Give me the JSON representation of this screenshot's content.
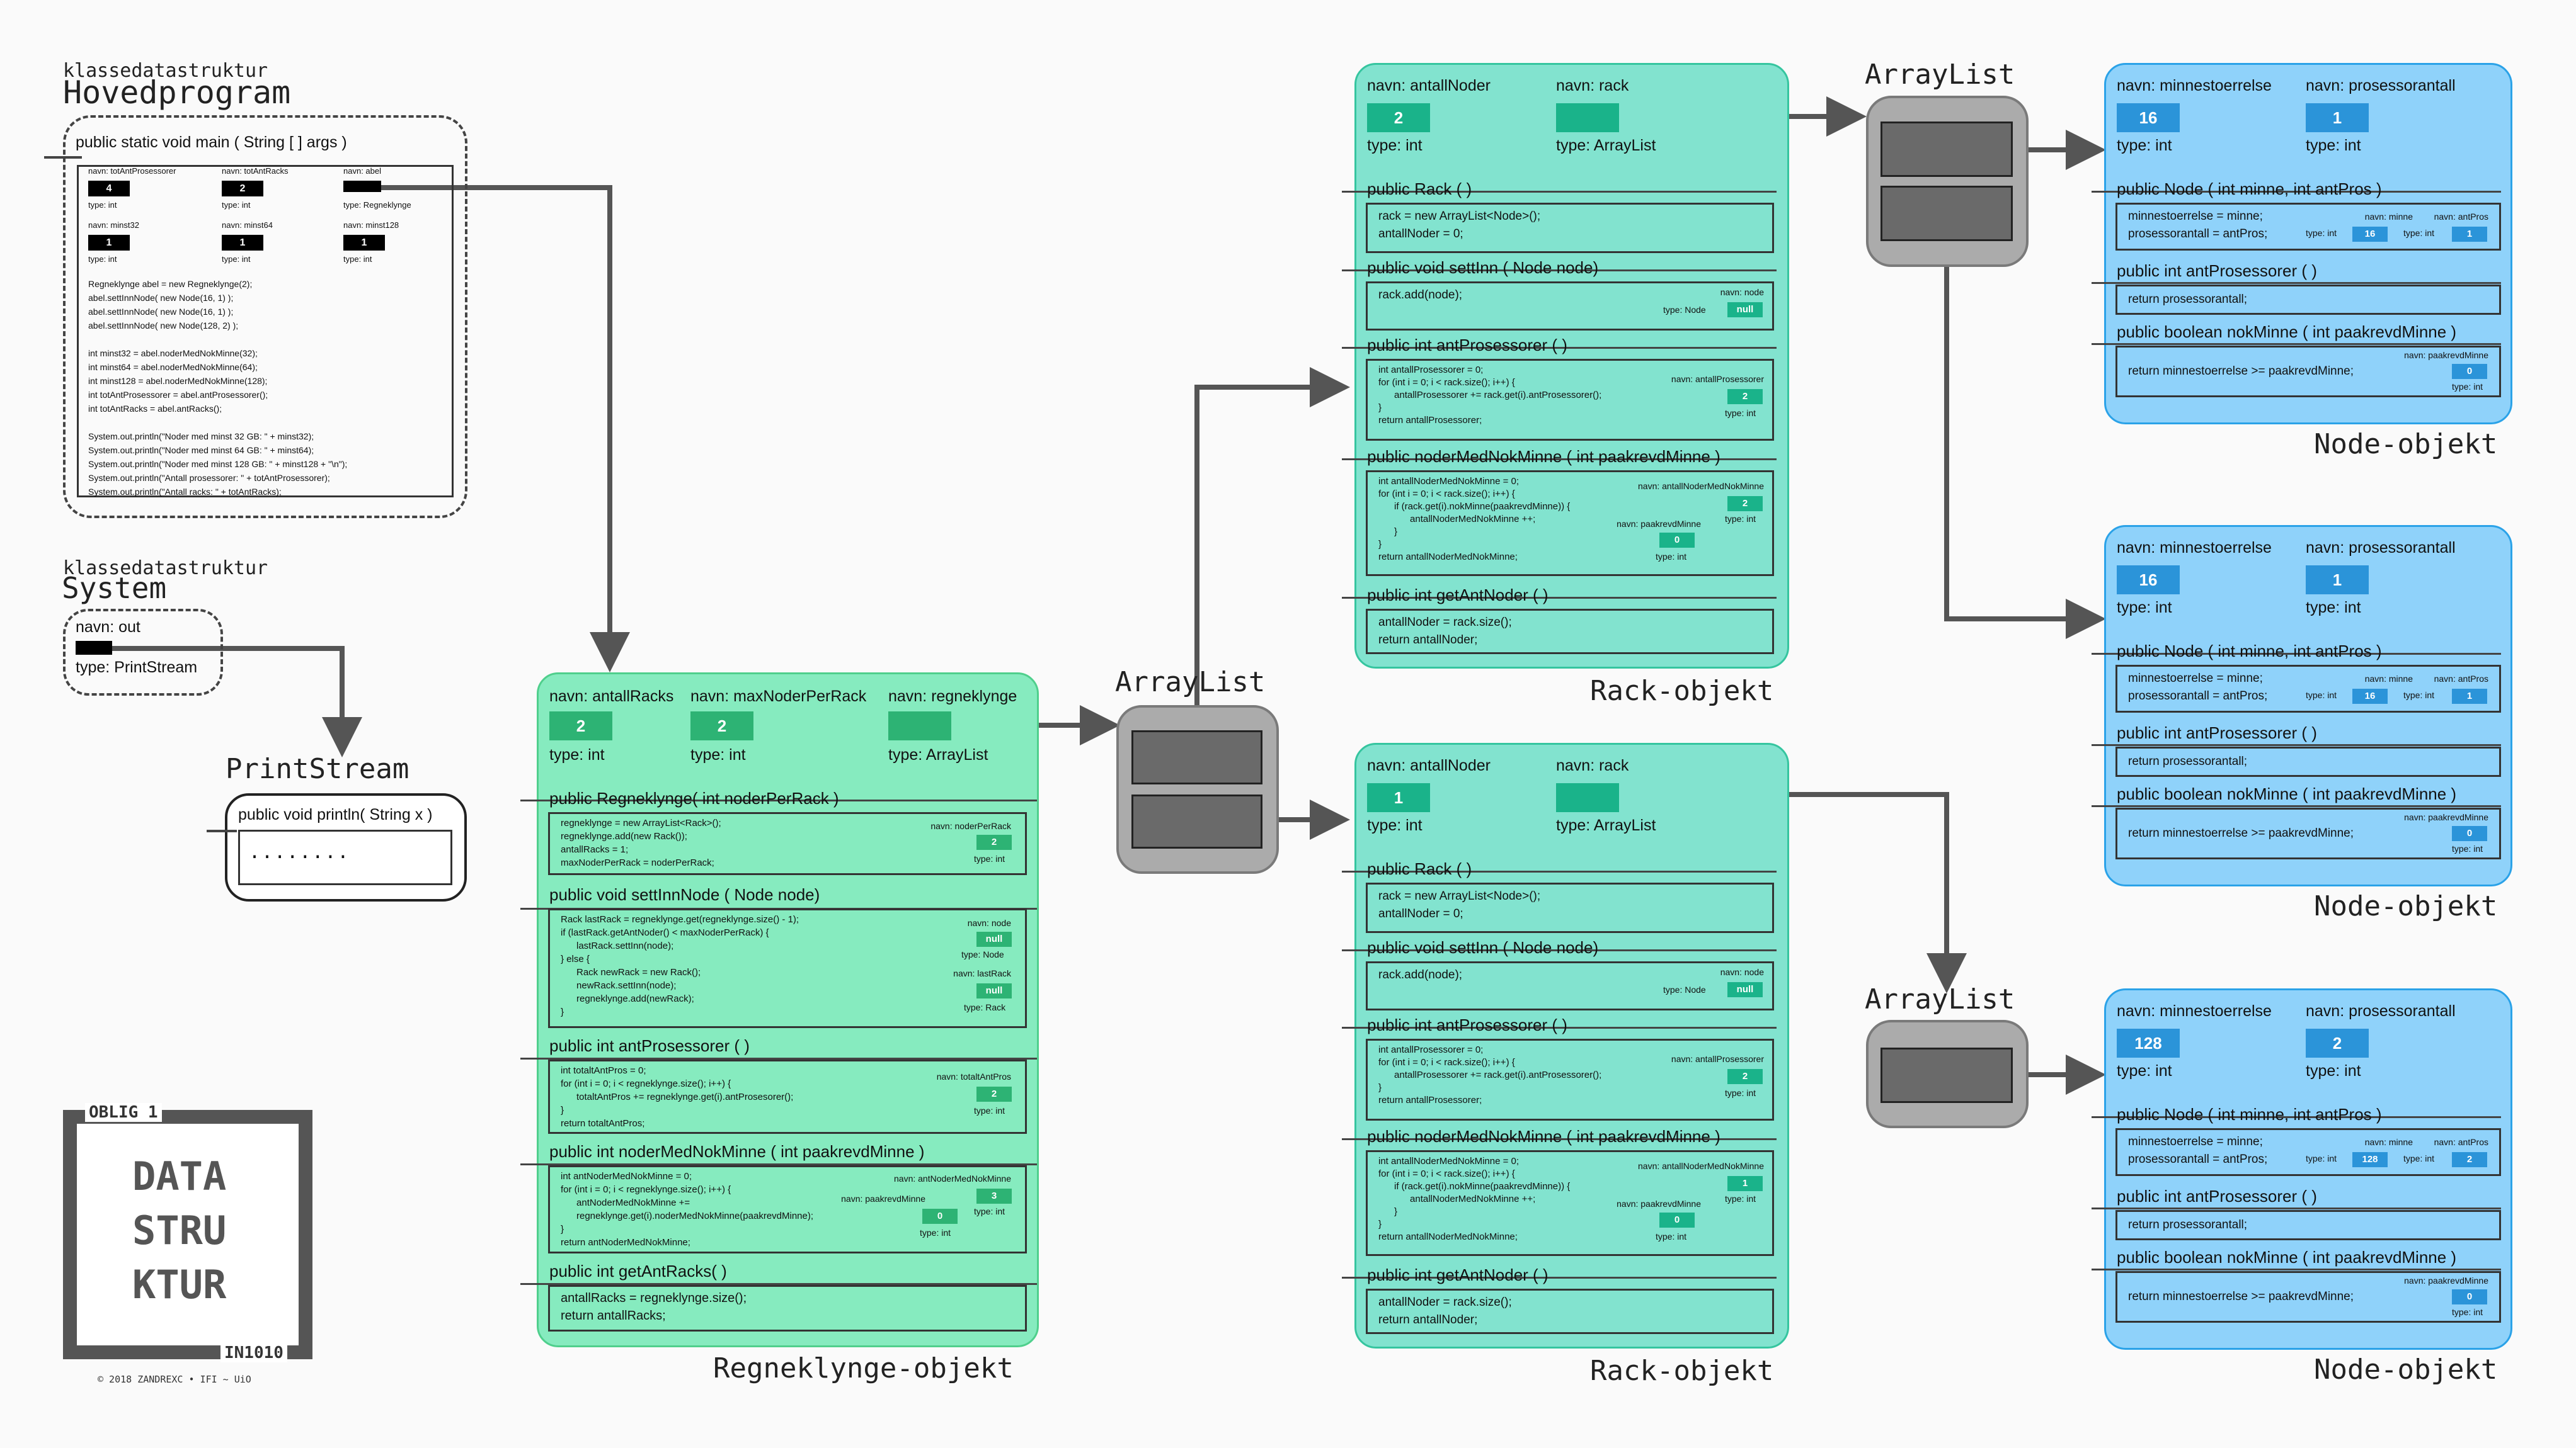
{
  "main_program": {
    "caption_small": "klassedatastruktur",
    "caption_big": "Hovedprogram",
    "signature": "public static void main ( String [ ] args )",
    "vars": [
      {
        "name": "navn: totAntProsessorer",
        "value": "4",
        "type": "type: int"
      },
      {
        "name": "navn: totAntRacks",
        "value": "2",
        "type": "type: int"
      },
      {
        "name": "navn: abel",
        "value": "",
        "type": "type: Regneklynge"
      },
      {
        "name": "navn: minst32",
        "value": "1",
        "type": "type: int"
      },
      {
        "name": "navn: minst64",
        "value": "1",
        "type": "type: int"
      },
      {
        "name": "navn: minst128",
        "value": "1",
        "type": "type: int"
      }
    ],
    "code": "Regneklynge abel = new Regneklynge(2);\nabel.settInnNode( new Node(16, 1) );\nabel.settInnNode( new Node(16, 1) );\nabel.settInnNode( new Node(128, 2) );\n\nint minst32 = abel.noderMedNokMinne(32);\nint minst64 = abel.noderMedNokMinne(64);\nint minst128 = abel.noderMedNokMinne(128);\nint totAntProsessorer = abel.antProsessorer();\nint totAntRacks = abel.antRacks();\n\nSystem.out.println(\"Noder med minst 32 GB: \" + minst32);\nSystem.out.println(\"Noder med minst 64 GB: \" + minst64);\nSystem.out.println(\"Noder med minst 128 GB: \" + minst128 + \"\\n\");\nSystem.out.println(\"Antall prosessorer: \" + totAntProsessorer);\nSystem.out.println(\"Antall racks: \" + totAntRacks);"
  },
  "system": {
    "caption_small": "klassedatastruktur",
    "caption_big": "System",
    "var_name": "navn: out",
    "var_type": "type: PrintStream"
  },
  "printstream": {
    "title": "PrintStream",
    "signature": "public void println( String x )",
    "dots": "........"
  },
  "logo": {
    "top": "OBLIG 1",
    "line1": "DATA",
    "line2": "STRU",
    "line3": "KTUR",
    "bottom": "IN1010",
    "copyright": "© 2018 ZANDREXC • IFI ~ UiO"
  },
  "regneklynge": {
    "caption": "Regneklynge-objekt",
    "fields": [
      {
        "name": "navn: antallRacks",
        "value": "2",
        "type": "type: int"
      },
      {
        "name": "navn: maxNoderPerRack",
        "value": "2",
        "type": "type: int"
      },
      {
        "name": "navn: regneklynge",
        "value": "",
        "type": "type: ArrayList"
      }
    ],
    "methods": [
      {
        "header": "public Regneklynge( int noderPerRack )",
        "code": "regneklynge = new ArrayList<Rack>();\nregneklynge.add(new Rack());\nantallRacks = 1;\nmaxNoderPerRack = noderPerRack;",
        "locals": [
          {
            "name": "navn: noderPerRack",
            "value": "2",
            "type": "type: int"
          }
        ]
      },
      {
        "header": "public void settInnNode ( Node node)",
        "code": "Rack lastRack = regneklynge.get(regneklynge.size() - 1);\nif (lastRack.getAntNoder() < maxNoderPerRack) {\n      lastRack.settInn(node);\n} else {\n      Rack newRack = new Rack();\n      newRack.settInn(node);\n      regneklynge.add(newRack);\n}",
        "locals": [
          {
            "name": "navn: node",
            "value": "null",
            "type": "type: Node"
          },
          {
            "name": "navn: lastRack",
            "value": "null",
            "type": "type: Rack"
          }
        ]
      },
      {
        "header": "public int antProsessorer ( )",
        "code": "int totaltAntPros = 0;\nfor (int i = 0; i < regneklynge.size(); i++) {\n      totaltAntPros += regneklynge.get(i).antProsesorer();\n}\nreturn totaltAntPros;",
        "locals": [
          {
            "name": "navn: totaltAntPros",
            "value": "2",
            "type": "type: int"
          }
        ]
      },
      {
        "header": "public int noderMedNokMinne ( int paakrevdMinne )",
        "code": "int antNoderMedNokMinne = 0;\nfor (int i = 0; i < regneklynge.size(); i++) {\n      antNoderMedNokMinne +=\n      regneklynge.get(i).noderMedNokMinne(paakrevdMinne);\n}\nreturn antNoderMedNokMinne;",
        "locals": [
          {
            "name": "navn: antNoderMedNokMinne",
            "value": "3",
            "type": "type: int"
          },
          {
            "name": "navn: paakrevdMinne",
            "value": "0",
            "type": "type: int"
          }
        ]
      },
      {
        "header": "public int getAntRacks( )",
        "code": "antallRacks = regneklynge.size();\nreturn antallRacks;",
        "locals": []
      }
    ]
  },
  "arraylists": {
    "label": "ArrayList"
  },
  "racks": [
    {
      "caption": "Rack-objekt",
      "fields": [
        {
          "name": "navn: antallNoder",
          "value": "2",
          "type": "type: int"
        },
        {
          "name": "navn: rack",
          "value": "",
          "type": "type: ArrayList"
        }
      ],
      "methods": [
        {
          "header": "public Rack ( )",
          "code": "rack = new ArrayList<Node>();\nantallNoder = 0;",
          "locals": []
        },
        {
          "header": "public void settInn ( Node node)",
          "code": "rack.add(node);",
          "locals": [
            {
              "name": "navn: node",
              "value": "null",
              "type": "type: Node"
            }
          ]
        },
        {
          "header": "public int antProsessorer ( )",
          "code": "int antallProsessorer = 0;\nfor (int i = 0; i < rack.size(); i++) {\n      antallProsessorer += rack.get(i).antProsessorer();\n}\nreturn antallProsessorer;",
          "locals": [
            {
              "name": "navn: antallProsessorer",
              "value": "2",
              "type": "type: int"
            }
          ]
        },
        {
          "header": "public noderMedNokMinne ( int paakrevdMinne )",
          "code": "int antallNoderMedNokMinne = 0;\nfor (int i = 0; i < rack.size(); i++) {\n      if (rack.get(i).nokMinne(paakrevdMinne)) {\n            antallNoderMedNokMinne ++;\n      }\n}\nreturn antallNoderMedNokMinne;",
          "locals": [
            {
              "name": "navn: antallNoderMedNokMinne",
              "value": "2",
              "type": "type: int"
            },
            {
              "name": "navn: paakrevdMinne",
              "value": "0",
              "type": "type: int"
            }
          ]
        },
        {
          "header": "public int getAntNoder ( )",
          "code": "antallNoder = rack.size();\nreturn antallNoder;",
          "locals": []
        }
      ]
    },
    {
      "caption": "Rack-objekt",
      "fields": [
        {
          "name": "navn: antallNoder",
          "value": "1",
          "type": "type: int"
        },
        {
          "name": "navn: rack",
          "value": "",
          "type": "type: ArrayList"
        }
      ],
      "methods": [
        {
          "header": "public Rack ( )",
          "code": "rack = new ArrayList<Node>();\nantallNoder = 0;",
          "locals": []
        },
        {
          "header": "public void settInn ( Node node)",
          "code": "rack.add(node);",
          "locals": [
            {
              "name": "navn: node",
              "value": "null",
              "type": "type: Node"
            }
          ]
        },
        {
          "header": "public int antProsessorer ( )",
          "code": "int antallProsessorer = 0;\nfor (int i = 0; i < rack.size(); i++) {\n      antallProsessorer += rack.get(i).antProsessorer();\n}\nreturn antallProsessorer;",
          "locals": [
            {
              "name": "navn: antallProsessorer",
              "value": "2",
              "type": "type: int"
            }
          ]
        },
        {
          "header": "public noderMedNokMinne ( int paakrevdMinne )",
          "code": "int antallNoderMedNokMinne = 0;\nfor (int i = 0; i < rack.size(); i++) {\n      if (rack.get(i).nokMinne(paakrevdMinne)) {\n            antallNoderMedNokMinne ++;\n      }\n}\nreturn antallNoderMedNokMinne;",
          "locals": [
            {
              "name": "navn: antallNoderMedNokMinne",
              "value": "1",
              "type": "type: int"
            },
            {
              "name": "navn: paakrevdMinne",
              "value": "0",
              "type": "type: int"
            }
          ]
        },
        {
          "header": "public int getAntNoder ( )",
          "code": "antallNoder = rack.size();\nreturn antallNoder;",
          "locals": []
        }
      ]
    }
  ],
  "nodes": [
    {
      "caption": "Node-objekt",
      "fields": [
        {
          "name": "navn: minnestoerrelse",
          "value": "16",
          "type": "type: int"
        },
        {
          "name": "navn: prosessorantall",
          "value": "1",
          "type": "type: int"
        }
      ],
      "ctor_header": "public Node ( int minne, int antPros )",
      "ctor_code": "minnestoerrelse = minne;\nprosessorantall = antPros;",
      "ctor_locals": [
        {
          "name": "navn: minne",
          "value": "16",
          "type": "type: int"
        },
        {
          "name": "navn: antPros",
          "value": "1",
          "type": "type: int"
        }
      ],
      "m2_header": "public int antProsessorer ( )",
      "m2_code": "return prosessorantall;",
      "m3_header": "public boolean nokMinne ( int paakrevdMinne )",
      "m3_code": "return minnestoerrelse >= paakrevdMinne;",
      "m3_local": {
        "name": "navn: paakrevdMinne",
        "value": "0",
        "type": "type: int"
      }
    },
    {
      "caption": "Node-objekt",
      "fields": [
        {
          "name": "navn: minnestoerrelse",
          "value": "16",
          "type": "type: int"
        },
        {
          "name": "navn: prosessorantall",
          "value": "1",
          "type": "type: int"
        }
      ],
      "ctor_header": "public Node ( int minne, int antPros )",
      "ctor_code": "minnestoerrelse = minne;\nprosessorantall = antPros;",
      "ctor_locals": [
        {
          "name": "navn: minne",
          "value": "16",
          "type": "type: int"
        },
        {
          "name": "navn: antPros",
          "value": "1",
          "type": "type: int"
        }
      ],
      "m2_header": "public int antProsessorer ( )",
      "m2_code": "return prosessorantall;",
      "m3_header": "public boolean nokMinne ( int paakrevdMinne )",
      "m3_code": "return minnestoerrelse >= paakrevdMinne;",
      "m3_local": {
        "name": "navn: paakrevdMinne",
        "value": "0",
        "type": "type: int"
      }
    },
    {
      "caption": "Node-objekt",
      "fields": [
        {
          "name": "navn: minnestoerrelse",
          "value": "128",
          "type": "type: int"
        },
        {
          "name": "navn: prosessorantall",
          "value": "2",
          "type": "type: int"
        }
      ],
      "ctor_header": "public Node ( int minne, int antPros )",
      "ctor_code": "minnestoerrelse = minne;\nprosessorantall = antPros;",
      "ctor_locals": [
        {
          "name": "navn: minne",
          "value": "128",
          "type": "type: int"
        },
        {
          "name": "navn: antPros",
          "value": "2",
          "type": "type: int"
        }
      ],
      "m2_header": "public int antProsessorer ( )",
      "m2_code": "return prosessorantall;",
      "m3_header": "public boolean nokMinne ( int paakrevdMinne )",
      "m3_code": "return minnestoerrelse >= paakrevdMinne;",
      "m3_local": {
        "name": "navn: paakrevdMinne",
        "value": "0",
        "type": "type: int"
      }
    }
  ],
  "colors": {
    "regneklynge_fill": "#86ebbf",
    "rack_fill": "#82e3cf",
    "node_fill": "#8fd2fa",
    "arrow": "#555555"
  }
}
